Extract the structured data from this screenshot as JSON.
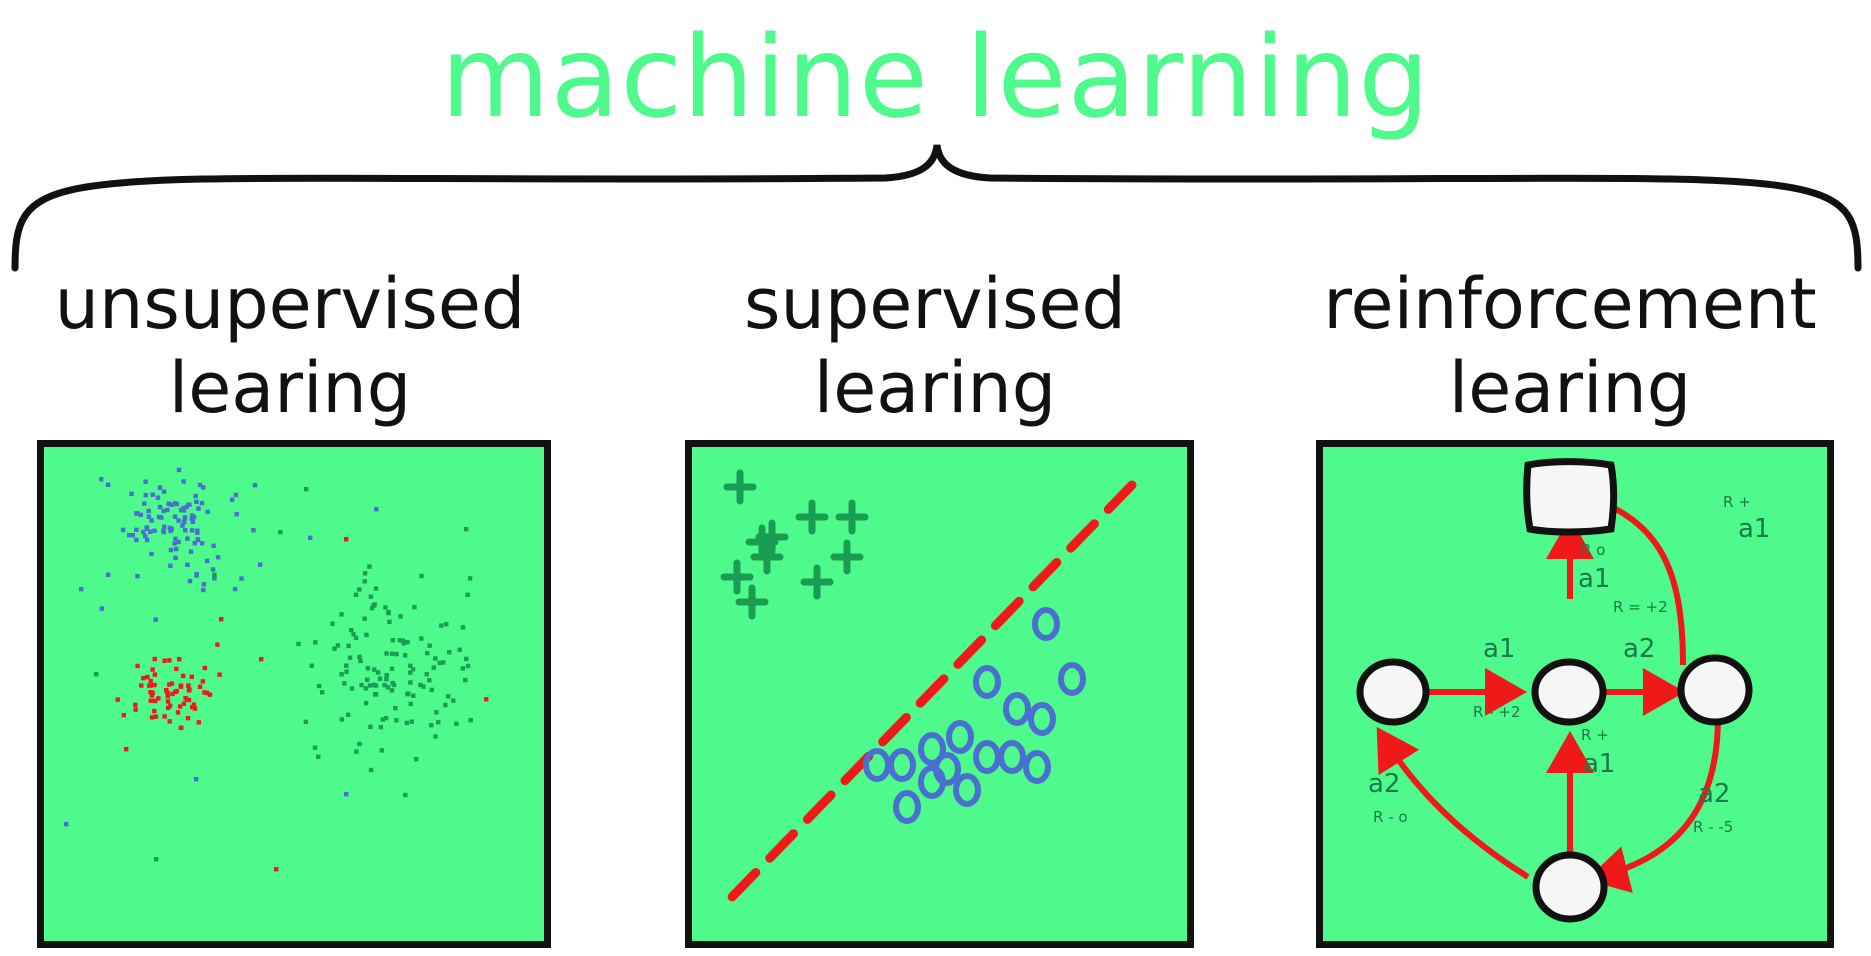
{
  "title": "machine learning",
  "colors": {
    "title": "#4dfa8b",
    "panel": "#4dfa8b",
    "blue": "#4a6fd0",
    "red": "#f01818",
    "dark_green": "#1a9c52",
    "ink": "#111111",
    "node": "#f6f6f6"
  },
  "categories": [
    {
      "line1": "unsupervised",
      "line2": "learing"
    },
    {
      "line1": "supervised",
      "line2": "learing"
    },
    {
      "line1": "reinforcement",
      "line2": "learing"
    }
  ],
  "reinforcement": {
    "labels": [
      {
        "text": "R  +",
        "size": "small"
      },
      {
        "text": "a1",
        "size": "large"
      },
      {
        "text": "R  o",
        "size": "small"
      },
      {
        "text": "a1",
        "size": "large"
      },
      {
        "text": "R = +2",
        "size": "small"
      },
      {
        "text": "a1",
        "size": "large"
      },
      {
        "text": "R - +2",
        "size": "small"
      },
      {
        "text": "a2",
        "size": "large"
      },
      {
        "text": "R  +",
        "size": "small"
      },
      {
        "text": "a1",
        "size": "large"
      },
      {
        "text": "a2",
        "size": "large"
      },
      {
        "text": "R - o",
        "size": "small"
      },
      {
        "text": "a2",
        "size": "large"
      },
      {
        "text": "R - -5",
        "size": "small"
      }
    ]
  }
}
